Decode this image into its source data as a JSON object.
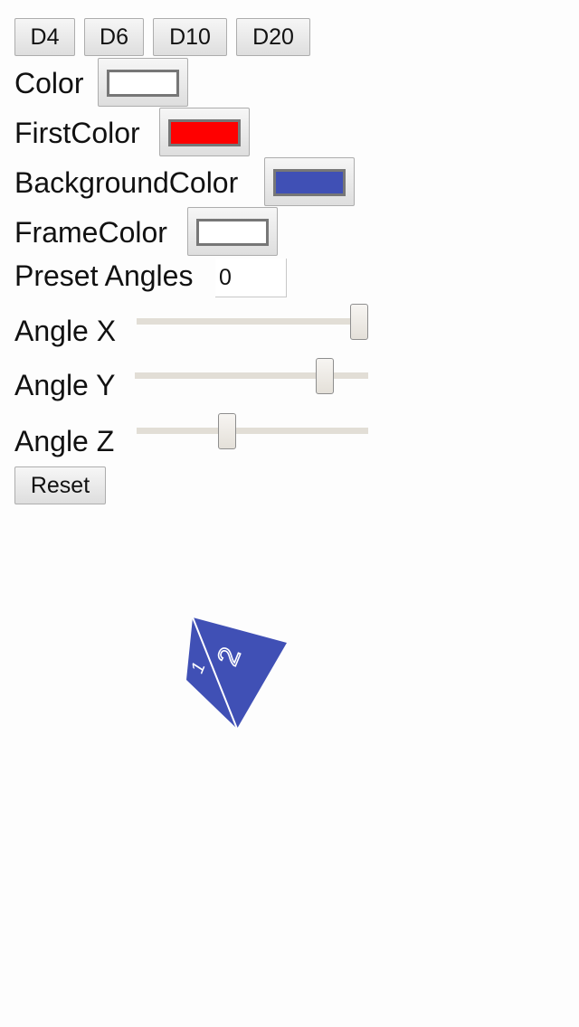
{
  "dice_buttons": [
    "D4",
    "D6",
    "D10",
    "D20"
  ],
  "color_rows": [
    {
      "label": "Color",
      "value": "#ffffff"
    },
    {
      "label": "FirstColor",
      "value": "#ff0000"
    },
    {
      "label": "BackgroundColor",
      "value": "#4050b5"
    },
    {
      "label": "FrameColor",
      "value": "#ffffff"
    }
  ],
  "preset": {
    "label": "Preset Angles",
    "value": "0"
  },
  "angles": [
    {
      "label": "Angle X",
      "fraction": 1.0
    },
    {
      "label": "Angle Y",
      "fraction": 0.84
    },
    {
      "label": "Angle Z",
      "fraction": 0.38
    }
  ],
  "reset_label": "Reset",
  "die": {
    "type": "D4",
    "face_color": "#4050b5",
    "frame_color": "#ffffff",
    "number_color": "#ffffff",
    "numbers": [
      "1",
      "2"
    ]
  }
}
